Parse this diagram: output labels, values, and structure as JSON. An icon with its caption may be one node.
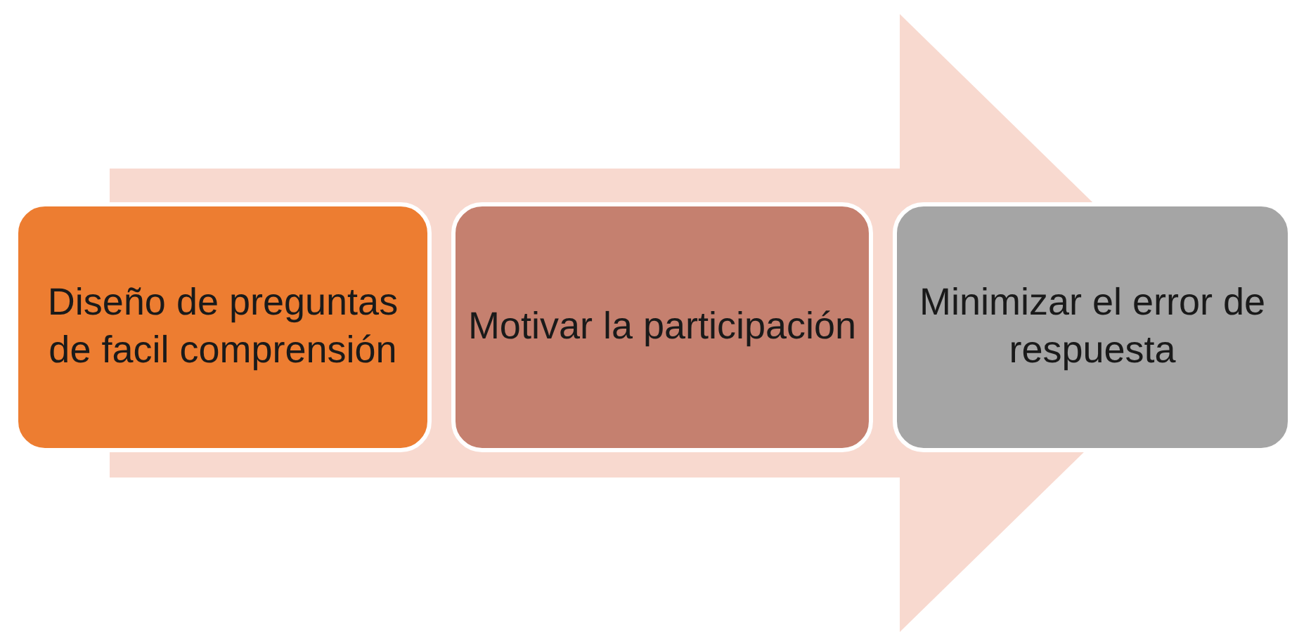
{
  "diagram": {
    "nodes": [
      {
        "text": [
          "Diseño de preguntas de facil comprensión"
        ]
      },
      {
        "text": [
          "Motivar la participación"
        ]
      },
      {
        "text": [
          "Minimizar el error de respuesta"
        ]
      }
    ],
    "edges": [
      {
        "from": 0,
        "to": 2,
        "arrow": "to"
      }
    ]
  }
}
